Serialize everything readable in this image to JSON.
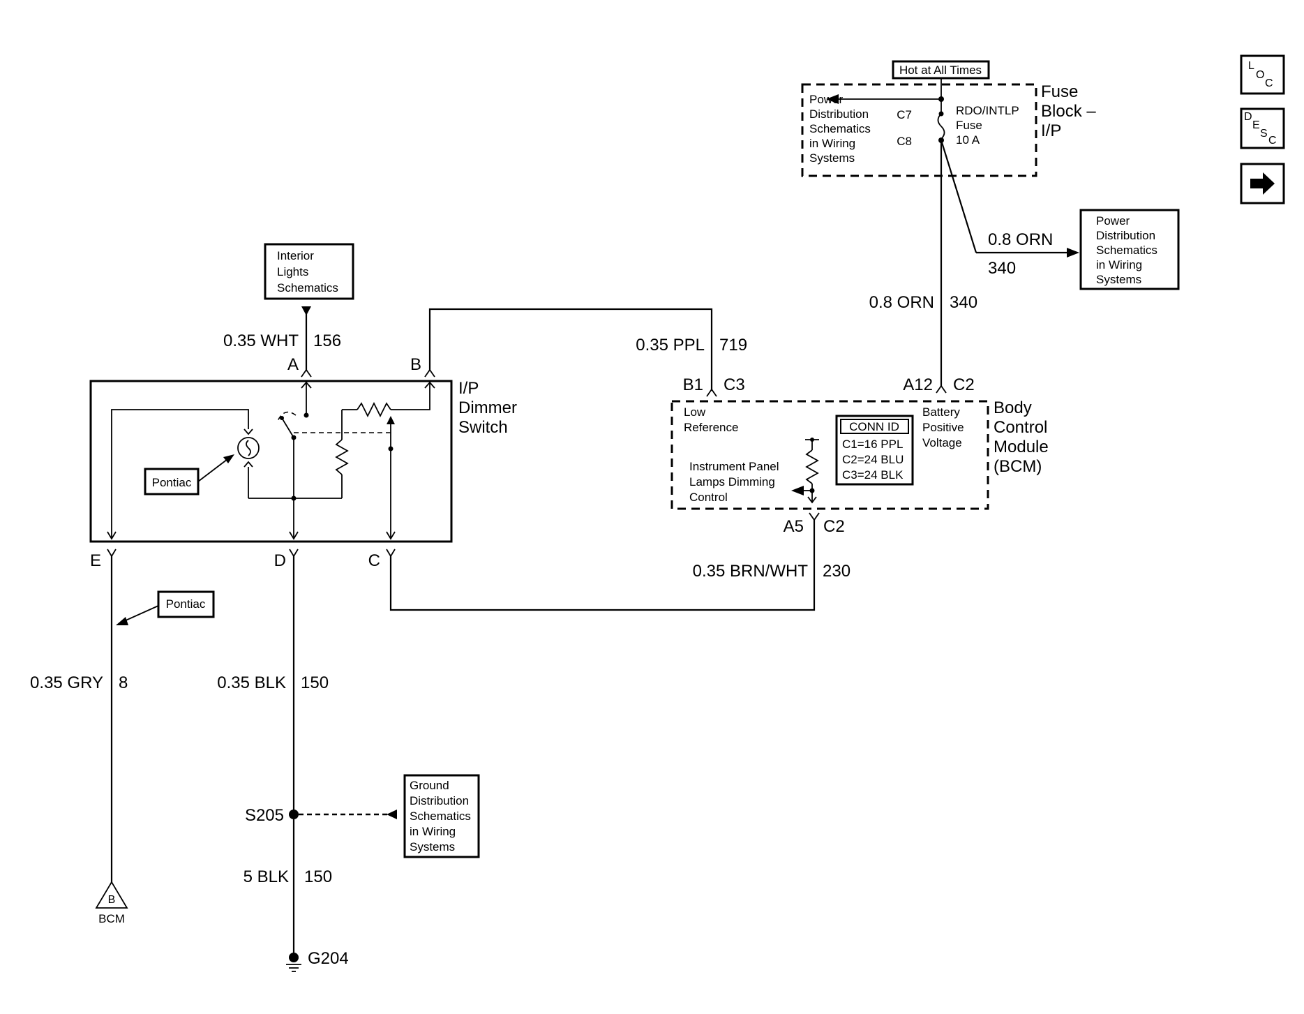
{
  "fuse_block": {
    "hot_label": "Hot at All Times",
    "name_lines": [
      "Fuse",
      "Block –",
      "I/P"
    ],
    "fuse_lines": [
      "RDO/INTLP",
      "Fuse",
      "10 A"
    ],
    "pin_in": "C7",
    "pin_out": "C8",
    "ref_lines": [
      "Power",
      "Distribution",
      "Schematics",
      "in Wiring",
      "Systems"
    ]
  },
  "power_ref_box": {
    "lines": [
      "Power",
      "Distribution",
      "Schematics",
      "in Wiring",
      "Systems"
    ]
  },
  "interior_ref_box": {
    "lines": [
      "Interior",
      "Lights",
      "Schematics"
    ]
  },
  "ground_ref_box": {
    "lines": [
      "Ground",
      "Distribution",
      "Schematics",
      "in Wiring",
      "Systems"
    ]
  },
  "dimmer_switch": {
    "name_lines": [
      "I/P",
      "Dimmer",
      "Switch"
    ],
    "pins": {
      "a": "A",
      "b": "B",
      "c": "C",
      "d": "D",
      "e": "E"
    },
    "pontiac_label": "Pontiac"
  },
  "bcm": {
    "name_lines": [
      "Body",
      "Control",
      "Module",
      "(BCM)"
    ],
    "low_ref_lines": [
      "Low",
      "Reference"
    ],
    "battery_lines": [
      "Battery",
      "Positive",
      "Voltage"
    ],
    "dimming_lines": [
      "Instrument Panel",
      "Lamps Dimming",
      "Control"
    ],
    "conn_id": {
      "title": "CONN ID",
      "rows": [
        "C1=16 PPL",
        "C2=24 BLU",
        "C3=24 BLK"
      ]
    },
    "pin_b1": {
      "pin": "B1",
      "conn": "C3"
    },
    "pin_a12": {
      "pin": "A12",
      "conn": "C2"
    },
    "pin_a5": {
      "pin": "A5",
      "conn": "C2"
    }
  },
  "wires": {
    "wht": {
      "gauge": "0.35 WHT",
      "circuit": "156"
    },
    "ppl": {
      "gauge": "0.35 PPL",
      "circuit": "719"
    },
    "orn_main": {
      "gauge": "0.8 ORN",
      "circuit": "340"
    },
    "orn_branch": {
      "gauge": "0.8 ORN",
      "circuit": "340"
    },
    "brn_wht": {
      "gauge": "0.35 BRN/WHT",
      "circuit": "230"
    },
    "gry": {
      "gauge": "0.35 GRY",
      "circuit": "8"
    },
    "blk_upper": {
      "gauge": "0.35 BLK",
      "circuit": "150"
    },
    "blk_lower": {
      "gauge": "5 BLK",
      "circuit": "150"
    }
  },
  "splice": "S205",
  "ground": "G204",
  "pontiac_note": "Pontiac",
  "bcm_terminal": {
    "letter": "B",
    "label": "BCM"
  },
  "nav": {
    "loc": {
      "l": "L",
      "o": "O",
      "c": "C"
    },
    "desc": {
      "d": "D",
      "e": "E",
      "s": "S",
      "c": "C"
    }
  }
}
